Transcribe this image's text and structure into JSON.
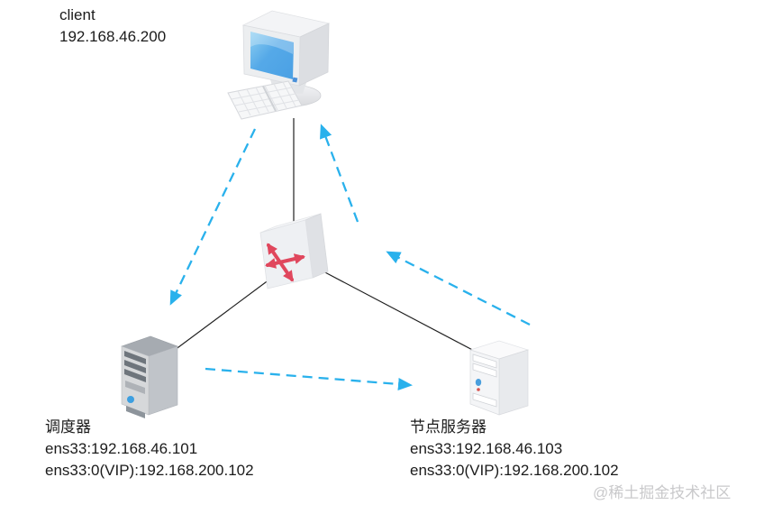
{
  "diagram": {
    "client": {
      "label": "client",
      "ip": "192.168.46.200"
    },
    "dispatcher": {
      "label": "调度器",
      "nic1": "ens33:192.168.46.101",
      "nic2": "ens33:0(VIP):192.168.200.102"
    },
    "node_server": {
      "label": "节点服务器",
      "nic1": "ens33:192.168.46.103",
      "nic2": "ens33:0(VIP):192.168.200.102"
    },
    "watermark": "@稀土掘金技术社区",
    "colors": {
      "dashed_arrow": "#29b1ec",
      "switch_arrow": "#e0475d",
      "solid_link": "#202020",
      "screen_blue": "#55a9e8"
    }
  }
}
